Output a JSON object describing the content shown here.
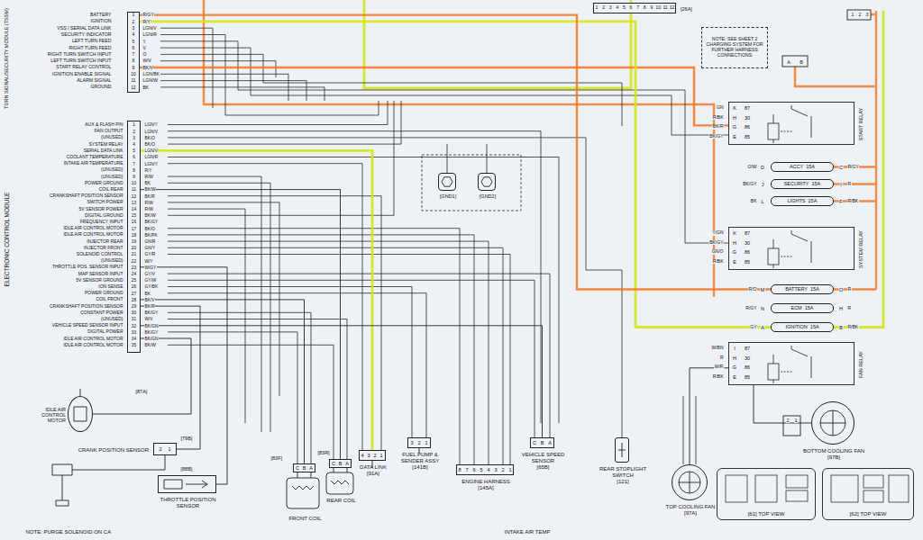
{
  "diagram": {
    "nodes": [
      {
        "text": [
          "TURN SIGNAL/SECURITY MODULE (TSSM)"
        ]
      },
      {
        "text": [
          "ELECTRONIC CONTROL MODULE"
        ]
      },
      {
        "text": [
          "[26A]"
        ]
      },
      {
        "text": [
          "NOTE: SEE SHEET 2 CHARGING SYSTEM FOR FURTHER HARNESS CONNECTIONS"
        ]
      },
      {
        "text": [
          "START RELAY"
        ]
      },
      {
        "text": [
          "ACCY",
          "15A"
        ]
      },
      {
        "text": [
          "SECURITY",
          "15A"
        ]
      },
      {
        "text": [
          "LIGHTS",
          "15A"
        ]
      },
      {
        "text": [
          "SYSTEM RELAY"
        ]
      },
      {
        "text": [
          "BATTERY",
          "15A"
        ]
      },
      {
        "text": [
          "ECM",
          "15A"
        ]
      },
      {
        "text": [
          "IGNITION",
          "15A"
        ]
      },
      {
        "text": [
          "FAN RELAY"
        ]
      },
      {
        "text": [
          "[GND1]"
        ]
      },
      {
        "text": [
          "[GND2]"
        ]
      },
      {
        "text": [
          "IDLE AIR CONTROL MOTOR"
        ]
      },
      {
        "text": [
          "CRANK POSITION SENSOR"
        ]
      },
      {
        "text": [
          "THROTTLE POSITION SENSOR"
        ]
      },
      {
        "text": [
          "FRONT COIL"
        ]
      },
      {
        "text": [
          "REAR COIL"
        ]
      },
      {
        "text": [
          "DATA LINK",
          "[91A]"
        ]
      },
      {
        "text": [
          "FUEL PUMP & SENDER ASSY",
          "[141B]"
        ]
      },
      {
        "text": [
          "ENGINE HARNESS",
          "[145A]"
        ]
      },
      {
        "text": [
          "VEHICLE SPEED SENSOR",
          "[65B]"
        ]
      },
      {
        "text": [
          "REAR STOPLIGHT SWITCH",
          "[121]"
        ]
      },
      {
        "text": [
          "TOP COOLING FAN",
          "[97A]"
        ]
      },
      {
        "text": [
          "BOTTOM COOLING FAN",
          "[97B]"
        ]
      },
      {
        "text": [
          "[61] TOP VIEW"
        ]
      },
      {
        "text": [
          "[62] TOP VIEW"
        ]
      }
    ],
    "edges": [
      {
        "from": 0,
        "to": 4,
        "arrow": "none"
      },
      {
        "from": 1,
        "to": 20,
        "arrow": "none"
      },
      {
        "from": 1,
        "to": 15,
        "arrow": "none"
      },
      {
        "from": 1,
        "to": 16,
        "arrow": "none"
      },
      {
        "from": 1,
        "to": 17,
        "arrow": "none"
      },
      {
        "from": 1,
        "to": 18,
        "arrow": "none"
      },
      {
        "from": 1,
        "to": 19,
        "arrow": "none"
      },
      {
        "from": 1,
        "to": 23,
        "arrow": "none"
      },
      {
        "from": 12,
        "to": 26,
        "arrow": "none"
      },
      {
        "from": 12,
        "to": 25,
        "arrow": "none"
      },
      {
        "from": 11,
        "to": 0,
        "arrow": "none"
      },
      {
        "from": 9,
        "to": 0,
        "arrow": "none"
      }
    ],
    "labels": [
      "BATTERY",
      "IGNITION",
      "VSS / SERIAL DATA LINK",
      "SECURITY INDICATOR",
      "LEFT TURN FEED",
      "RIGHT TURN FEED",
      "RIGHT TURN SWITCH INPUT",
      "LEFT TURN SWITCH INPUT",
      "START RELAY CONTROL",
      "IGNITION ENABLE SIGNAL",
      "ALARM SIGNAL",
      "GROUND",
      "1",
      "2",
      "3",
      "4",
      "5",
      "6",
      "7",
      "8",
      "9",
      "10",
      "11",
      "12",
      "R/GY",
      "R/Y",
      "LGN/V",
      "LGN/R",
      "Y",
      "V",
      "O",
      "W/V",
      "BK/V",
      "LGN/BK",
      "LGN/W",
      "BK",
      "AUX & FLASH PIN",
      "FAN OUTPUT",
      "(UNUSED)",
      "SYSTEM RELAY",
      "SERIAL DATA LINK",
      "COOLANT TEMPERATURE",
      "INTAKE AIR TEMPERATURE",
      "(UNUSED)",
      "(UNUSED)",
      "POWER GROUND",
      "COIL REAR",
      "CRANKSHAFT POSITION SENSOR",
      "SWITCH POWER",
      "5V SENSOR POWER",
      "DIGITAL GROUND",
      "FREQUENCY INPUT",
      "IDLE AIR CONTROL MOTOR",
      "IDLE AIR CONTROL MOTOR",
      "INJECTOR REAR",
      "INJECTOR FRONT",
      "SOLENOID CONTROL",
      "(UNUSED)",
      "THROTTLE POS. SENSOR INPUT",
      "MAP SENSOR INPUT",
      "5V SENSOR GROUND",
      "ION SENSE",
      "POWER GROUND",
      "COIL FRONT",
      "CRANKSHAFT POSITION SENSOR",
      "CONSTANT POWER",
      "(UNUSED)",
      "VEHICLE SPEED SENSOR INPUT",
      "DIGITAL POWER",
      "IDLE AIR CONTROL MOTOR",
      "IDLE AIR CONTROL MOTOR",
      "1",
      "2",
      "3",
      "4",
      "5",
      "6",
      "7",
      "8",
      "9",
      "10",
      "11",
      "12",
      "13",
      "14",
      "15",
      "16",
      "17",
      "18",
      "19",
      "20",
      "21",
      "22",
      "23",
      "24",
      "25",
      "26",
      "27",
      "28",
      "29",
      "30",
      "31",
      "32",
      "33",
      "34",
      "35",
      "LGN/Y",
      "LGN/V",
      "BK/O",
      "BK/O",
      "LGN/V",
      "LGN/R",
      "LGN/Y",
      "R/Y",
      "R/W",
      "BK",
      "BK/W",
      "BK/R",
      "R/W",
      "R/W",
      "BK/W",
      "BK/GY",
      "BK/O",
      "BK/PK",
      "GN/R",
      "GN/Y",
      "GY/R",
      "W/Y",
      "W/GY",
      "GY/V",
      "GY/W",
      "GY/BK",
      "BK",
      "BK/V",
      "BK/R",
      "BK/GY",
      "W/V",
      "BK/GN",
      "BK/GY",
      "BK/GN",
      "BK/W",
      "1",
      "2",
      "3",
      "4",
      "5",
      "6",
      "7",
      "8",
      "9",
      "10",
      "11",
      "12",
      "1",
      "2",
      "3",
      "A",
      "B",
      "K",
      "H",
      "G",
      "E",
      "87",
      "30",
      "86",
      "85",
      "GN",
      "R/BK",
      "BK/R",
      "BK/GY",
      "K",
      "H",
      "G",
      "E",
      "87",
      "30",
      "86",
      "85",
      "Y/GN",
      "BK/GY",
      "GN/O",
      "R/BK",
      "I",
      "H",
      "G",
      "E",
      "87",
      "30",
      "86",
      "85",
      "W/BN",
      "R",
      "W/R",
      "R/BK",
      "D",
      "C",
      "O/W",
      "R/GY",
      "J",
      "I",
      "BK/GY",
      "R",
      "L",
      "F",
      "BK",
      "R/BK",
      "M",
      "O",
      "R/O",
      "R",
      "N",
      "H",
      "R/GY",
      "R",
      "A",
      "B",
      "GY",
      "R/BK",
      "[87A]",
      "[79B]",
      "[88B]",
      "[83F]",
      "[83R]",
      "2",
      "1",
      "C",
      "B",
      "A",
      "C",
      "B",
      "A",
      "4",
      "3",
      "2",
      "1",
      "3",
      "2",
      "1",
      "8",
      "7",
      "6",
      "5",
      "4",
      "3",
      "2",
      "1",
      "C",
      "B",
      "A",
      "2",
      "1",
      "INTAKE AIR TEMP",
      "NOTE: PURGE SOLENOID ON CA"
    ]
  }
}
